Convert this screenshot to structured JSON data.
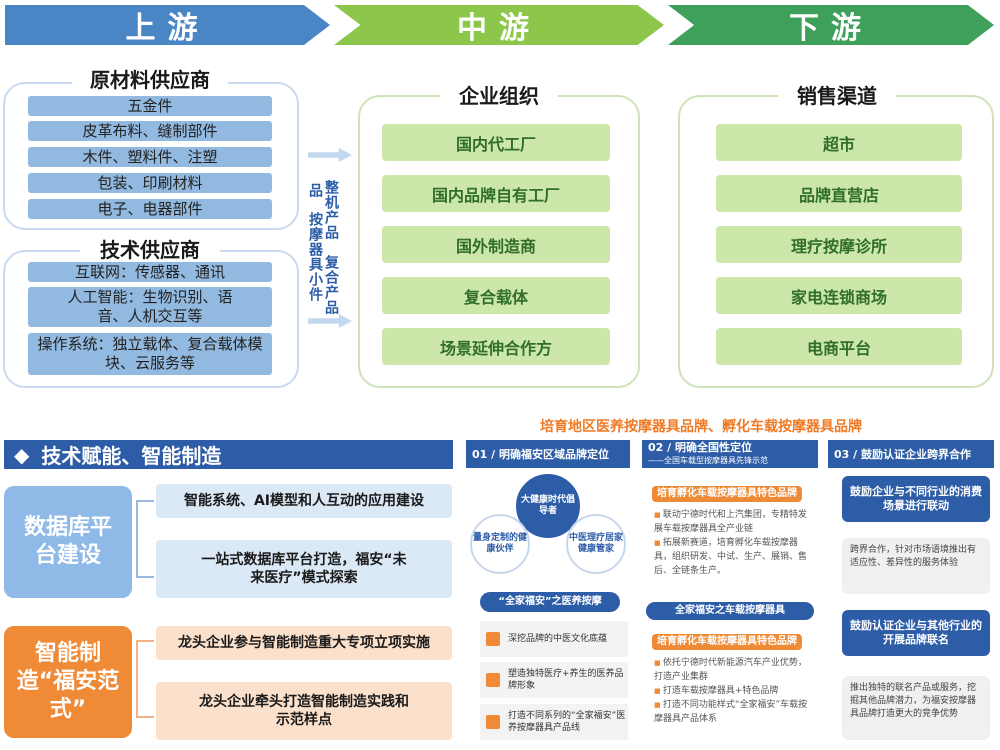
{
  "stages": {
    "upstream": "上游",
    "midstream": "中游",
    "downstream": "下游"
  },
  "upstream": {
    "raw_title": "原材料供应商",
    "raw_items": [
      "五金件",
      "皮革布料、缝制部件",
      "木件、塑料件、注塑",
      "包装、印刷材料",
      "电子、电器部件"
    ],
    "tech_title": "技术供应商",
    "tech_items": [
      "互联网：传感器、通讯",
      "人工智能：生物识别、语音、人机交互等",
      "操作系统：独立载体、复合载体模块、云服务等"
    ]
  },
  "flow_labels": {
    "col1": "整机产品",
    "col2": "复合产品",
    "col3": "按摩器具小件",
    "col4": "品"
  },
  "midstream": {
    "title": "企业组织",
    "items": [
      "国内代工厂",
      "国内品牌自有工厂",
      "国外制造商",
      "复合载体",
      "场景延伸合作方"
    ]
  },
  "downstream": {
    "title": "销售渠道",
    "items": [
      "超市",
      "品牌直营店",
      "理疗按摩诊所",
      "家电连锁商场",
      "电商平台"
    ]
  },
  "tech": {
    "header": "技术赋能、智能制造",
    "block1": "数据库平台建设",
    "block1_items": [
      "智能系统、AI模型和人互动的应用建设",
      "一站式数据库平台打造，福安“未来医疗”模式探索"
    ],
    "block2": "智能制造“福安范式”",
    "block2_items": [
      "龙头企业参与智能制造重大专项立项实施",
      "龙头企业牵头打造智能制造实践和示范样点"
    ]
  },
  "brand": {
    "title": "培育地区医养按摩器具品牌、孵化车载按摩器具品牌",
    "col1": {
      "head": "01 / 明确福安区域品牌定位",
      "center": "大健康时代倡导者",
      "left": "量身定制的健康伙伴",
      "right": "中医理疗居家健康管家",
      "banner": "“全家福安”之医养按摩",
      "rows": [
        "深挖品牌的中医文化底蕴",
        "塑造独特医疗+养生的医养品牌形象",
        "打造不同系列的“全家福安”医养按摩器具产品线"
      ]
    },
    "col2": {
      "head": "02 / 明确全国性定位",
      "sub": "——全国车载型按摩器具先锋示范",
      "badge1": "培育孵化车载按摩器具特色品牌",
      "list1": [
        "联动宁德时代和上汽集团，专精特发展车载按摩器具全产业链",
        "拓展新赛道，培育孵化车载按摩器具，组织研发、中试、生产、展销、售后、全链条生产。"
      ],
      "mid": "全家福安之车载按摩器具",
      "badge2": "培育孵化车载按摩器具特色品牌",
      "list2": [
        "依托宁德时代新能源汽车产业优势，打造产业集群",
        "打造车载按摩器具+特色品牌",
        "打造不同功能样式“全家福安”车载按摩器具产品体系"
      ]
    },
    "col3": {
      "head": "03 / 鼓励认证企业跨界合作",
      "badge1": "鼓励企业与不同行业的消费场景进行联动",
      "text1": "跨界合作，针对市场语境推出有适应性、差异性的服务体验",
      "badge2": "鼓励认证企业与其他行业的开展品牌联名",
      "text2": "推出独特的联名产品或服务，挖掘其他品牌潜力，为福安按摩器具品牌打造更大的竞争优势"
    }
  }
}
